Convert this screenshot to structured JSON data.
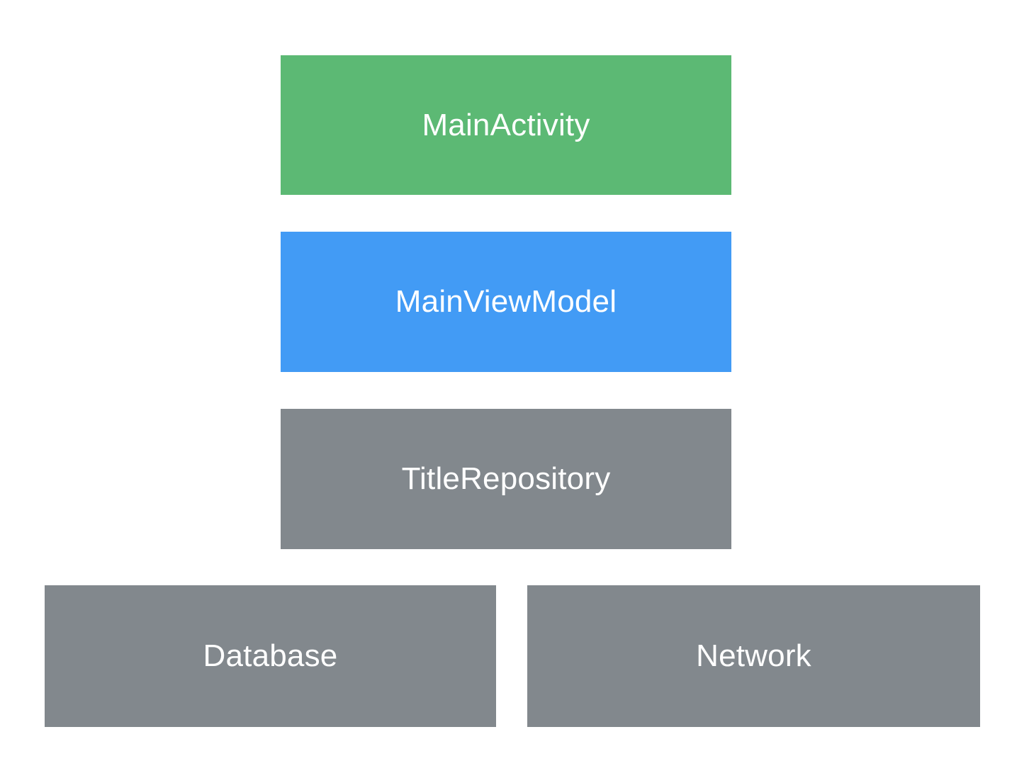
{
  "diagram": {
    "type": "layered-architecture-diagram",
    "background_color": "#ffffff",
    "text_color": "#ffffff",
    "layers": [
      {
        "id": "main-activity",
        "label": "MainActivity",
        "role": "ui-layer",
        "color": "#5cb974",
        "color_name": "green",
        "row": 1,
        "span": "center"
      },
      {
        "id": "main-view-model",
        "label": "MainViewModel",
        "role": "viewmodel-layer",
        "color": "#429bf5",
        "color_name": "blue",
        "row": 2,
        "span": "center"
      },
      {
        "id": "title-repository",
        "label": "TitleRepository",
        "role": "repository-layer",
        "color": "#82888d",
        "color_name": "gray",
        "row": 3,
        "span": "center"
      },
      {
        "id": "database",
        "label": "Database",
        "role": "data-source",
        "color": "#82888d",
        "color_name": "gray",
        "row": 4,
        "span": "left"
      },
      {
        "id": "network",
        "label": "Network",
        "role": "data-source",
        "color": "#82888d",
        "color_name": "gray",
        "row": 4,
        "span": "right"
      }
    ]
  }
}
